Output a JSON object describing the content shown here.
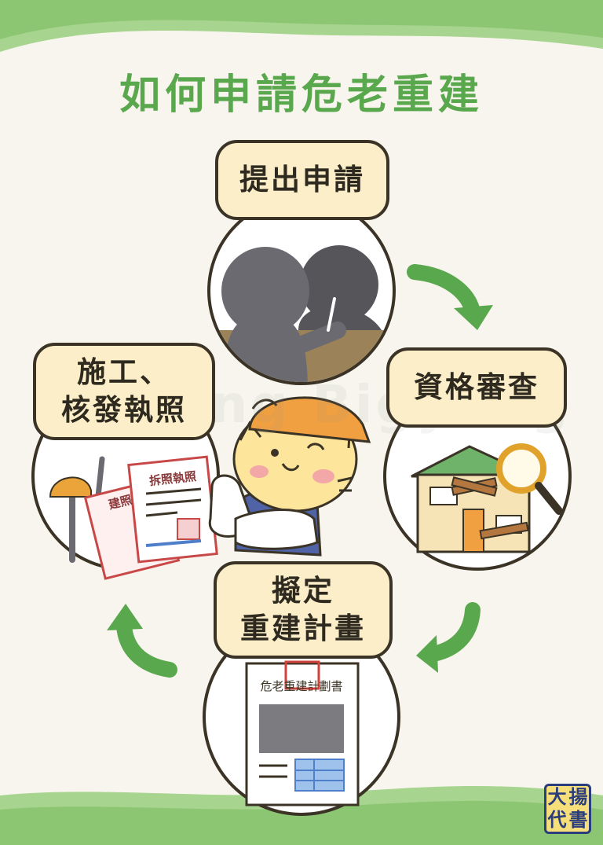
{
  "title": "如何申請危老重建",
  "steps": [
    {
      "label": "提出申請"
    },
    {
      "label": "資格審查"
    },
    {
      "label": "擬定\n重建計畫"
    },
    {
      "label": "施工、\n核發執照"
    }
  ],
  "document_title": "危老重建計劃書",
  "demolition_permit_title": "拆照執照",
  "building_permit_title": "建照",
  "watermark": "Bigyang  Bigyang",
  "logo_chars": [
    "大",
    "揚",
    "代",
    "書"
  ],
  "colors": {
    "background": "#f7f5ee",
    "accent_green": "#5aa84d",
    "label_fill": "#fbeec8",
    "outline": "#3b3426",
    "logo_fill": "#f6df7a",
    "logo_ink": "#2a3d7c"
  }
}
